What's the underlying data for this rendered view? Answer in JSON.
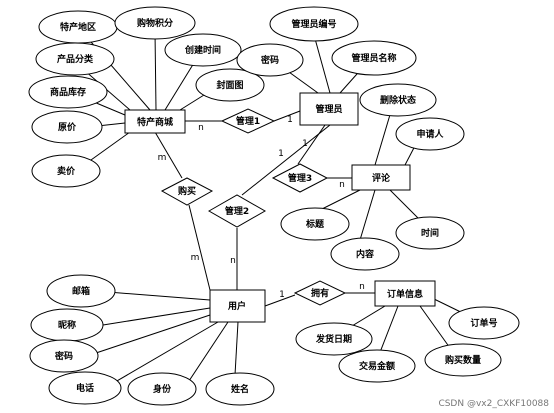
{
  "entities": {
    "product": "特产商城",
    "admin": "管理员",
    "comment": "评论",
    "user": "用户",
    "order": "订单信息"
  },
  "attributes": {
    "product": [
      "特产地区",
      "购物积分",
      "产品分类",
      "创建时间",
      "商品库存",
      "封面图",
      "原价",
      "卖价"
    ],
    "admin": [
      "密码",
      "管理员编号",
      "管理员名称"
    ],
    "comment": [
      "删除状态",
      "申请人",
      "标题",
      "内容",
      "时间"
    ],
    "user": [
      "邮箱",
      "昵称",
      "密码",
      "电话",
      "身份",
      "姓名"
    ],
    "order": [
      "订单号",
      "发货日期",
      "交易金额",
      "购买数量"
    ]
  },
  "relationships": {
    "manage1": "管理1",
    "manage2": "管理2",
    "manage3": "管理3",
    "buy": "购买",
    "own": "拥有"
  },
  "cardinalities": {
    "product_manage1": "n",
    "manage1_admin": "1",
    "admin_manage2": "1",
    "manage2_user": "n",
    "admin_manage3": "1",
    "manage3_comment": "n",
    "product_buy": "m",
    "buy_user": "m",
    "user_own": "1",
    "own_order": "n"
  },
  "watermark": "CSDN @vx2_CXKF10088"
}
